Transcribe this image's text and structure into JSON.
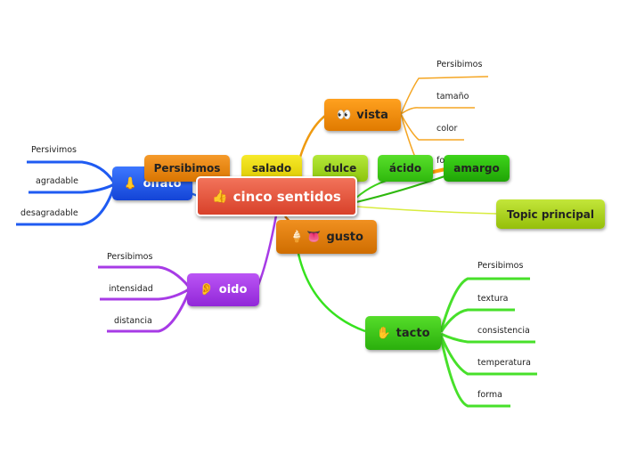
{
  "colors": {
    "center": "#e5533c",
    "vista": "#ef8a00",
    "olfato": "#1f5bf2",
    "gusto": "#e07a00",
    "oido": "#a73be6",
    "tacto": "#3dc41f",
    "yellow": "#ecd800",
    "lime": "#9ad215",
    "topic": "#a8cc10",
    "green_dark": "#2eb80d"
  },
  "center": {
    "label": "cinco sentidos",
    "icon": "thumbs-up-icon",
    "glyph": "👍"
  },
  "branches": {
    "vista": {
      "label": "vista",
      "icon": "eyes-icon",
      "glyph": "👀",
      "leaves": [
        "Persibimos",
        "tamaño",
        "color",
        "fo"
      ]
    },
    "olfato": {
      "label": "olfato",
      "icon": "nose-icon",
      "glyph": "👃",
      "leaves": [
        "Persivimos",
        "agradable",
        "desagradable"
      ]
    },
    "gusto": {
      "label": "gusto",
      "icon": "ice-cream-icon",
      "glyph": "🍦",
      "icon2": "tongue-icon",
      "glyph2": "👅",
      "subs": [
        "Persibimos",
        "salado",
        "dulce",
        "ácido",
        "amargo"
      ]
    },
    "oido": {
      "label": "oido",
      "icon": "ear-icon",
      "glyph": "👂",
      "leaves": [
        "Persibimos",
        "intensidad",
        "distancia"
      ]
    },
    "tacto": {
      "label": "tacto",
      "icon": "hand-icon",
      "glyph": "✋",
      "leaves": [
        "Persibimos",
        "textura",
        "consistencia",
        "temperatura",
        "forma"
      ]
    }
  },
  "floating": {
    "label": "Topic principal"
  }
}
